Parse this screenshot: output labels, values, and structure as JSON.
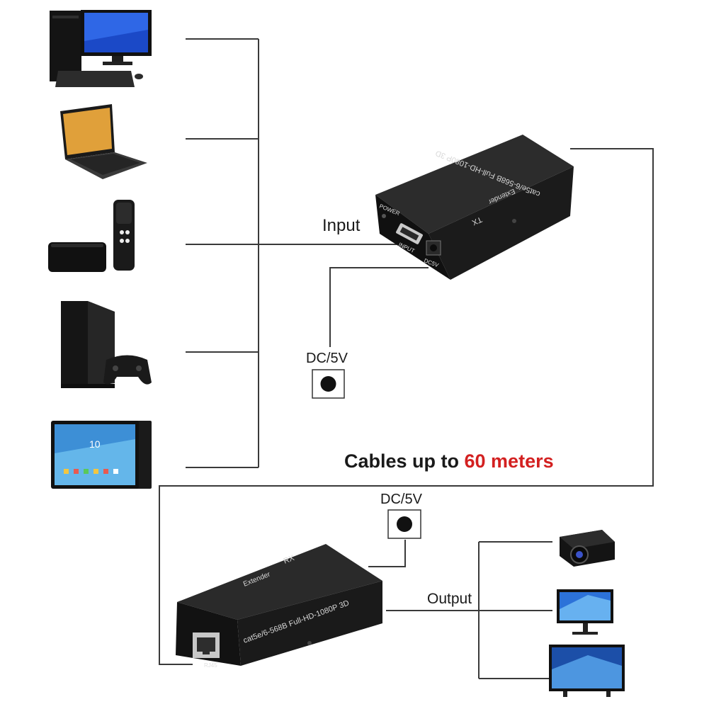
{
  "labels": {
    "input": "Input",
    "output": "Output",
    "dc_tx": "DC/5V",
    "dc_rx": "DC/5V"
  },
  "headline": {
    "prefix": "Cables up to ",
    "highlight": "60 meters"
  },
  "transmitter": {
    "top_text": "cat5e/6-568B Full-HD-1080P 3D",
    "role": "TX",
    "name": "Extender",
    "power": "POWER",
    "input_port": "INPUT",
    "dc_port": "DC5V"
  },
  "receiver": {
    "top_text": "cat5e/6-568B Full-HD-1080P 3D",
    "role": "RX",
    "name": "Extender",
    "port": "RJ45"
  },
  "sources": [
    "desktop-pc",
    "laptop",
    "streaming-box",
    "game-console",
    "tablet"
  ],
  "displays": [
    "projector",
    "monitor",
    "tv"
  ],
  "colors": {
    "line": "#3a3a3a",
    "device": "#151515",
    "highlight": "#d32020"
  }
}
